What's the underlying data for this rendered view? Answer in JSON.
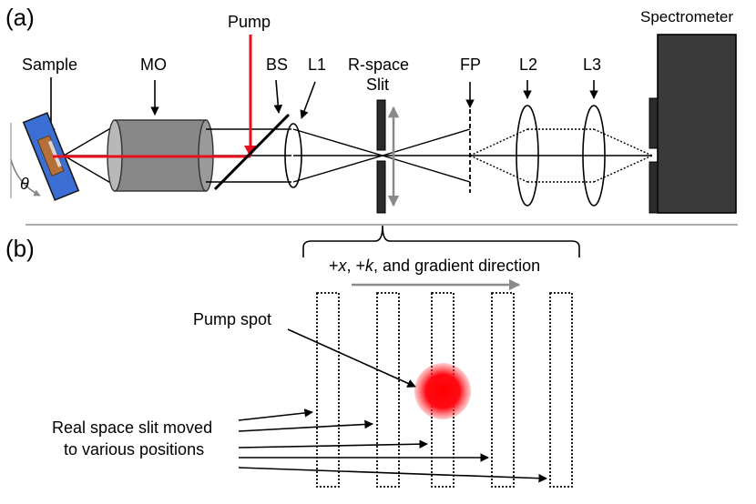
{
  "panel_a": {
    "label": "(a)",
    "sample": "Sample",
    "mo": "MO",
    "pump": "Pump",
    "bs": "BS",
    "l1": "L1",
    "slit_line1": "R-space",
    "slit_line2": "Slit",
    "fp": "FP",
    "l2": "L2",
    "l3": "L3",
    "spectrometer": "Spectrometer",
    "theta": "θ"
  },
  "panel_b": {
    "label": "(b)",
    "direction_parts": [
      "+",
      "x",
      ", +",
      "k",
      ", and gradient direction"
    ],
    "pump_spot": "Pump spot",
    "slit_note_line1": "Real space slit moved",
    "slit_note_line2": "to various positions"
  },
  "colors": {
    "pump_beam": "#e8101e",
    "sample_substrate": "#3b6fd4",
    "sample_crystal": "#b5703a",
    "objective_body": "#888888",
    "spectrometer_body": "#3a3a3a",
    "divider": "#a0a0a0",
    "arrow_gray": "#8a8a8a"
  }
}
